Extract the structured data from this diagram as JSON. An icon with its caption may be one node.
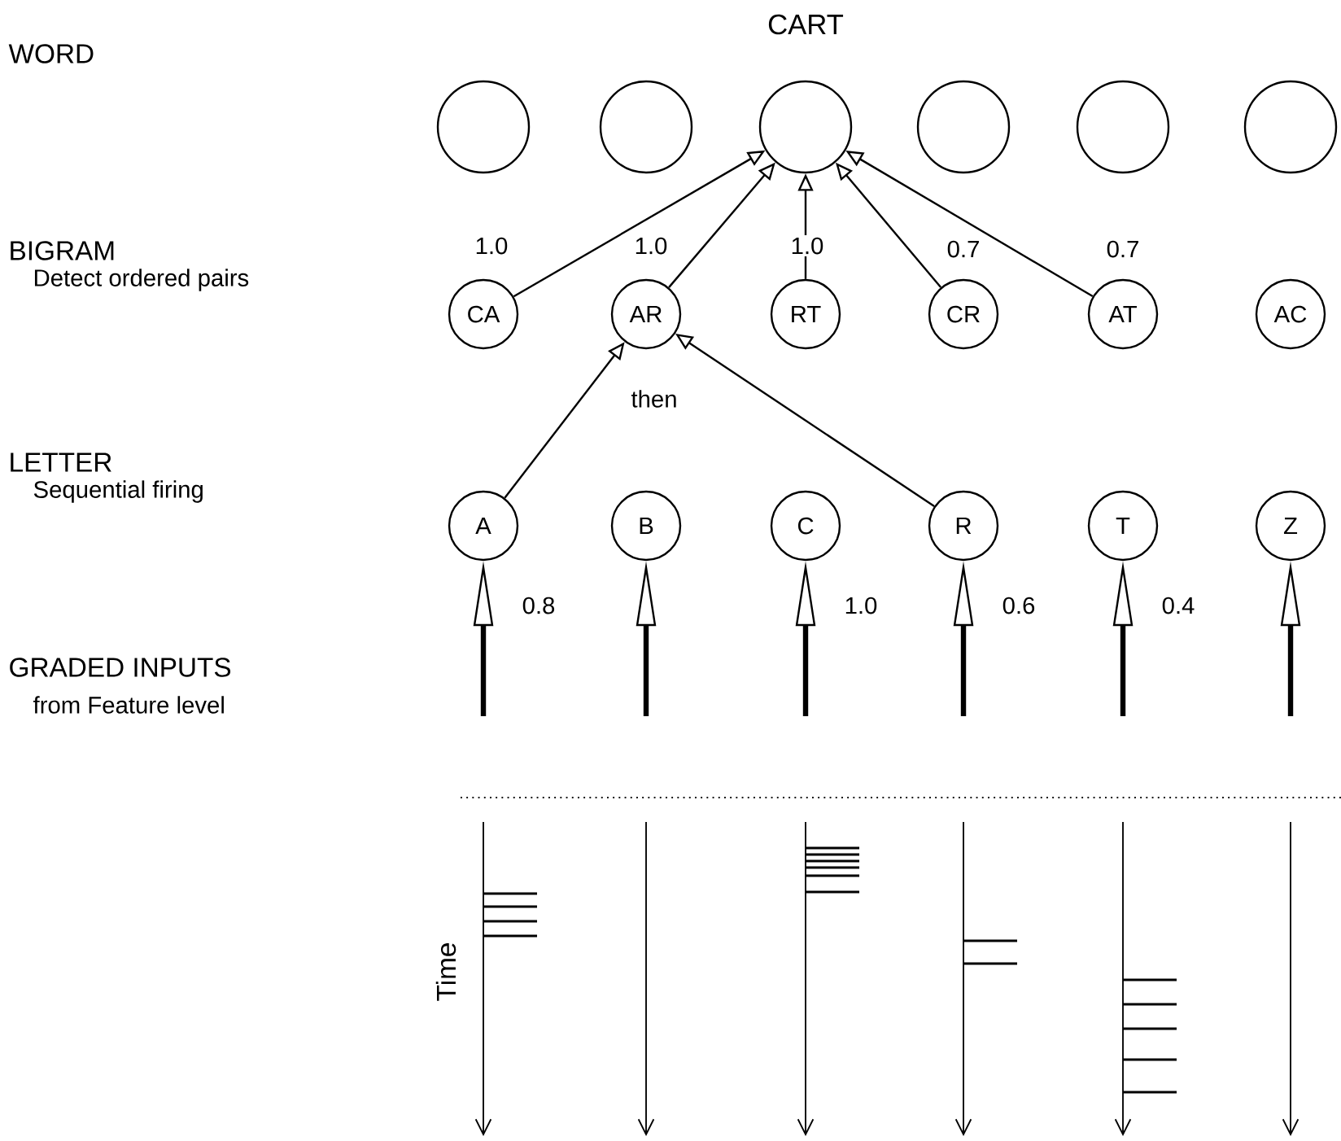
{
  "diagram": {
    "nodes": [
      {
        "text": [],
        "shape": "circle"
      },
      {
        "text": [],
        "shape": "circle"
      },
      {
        "text": [
          "CART"
        ]
      },
      {
        "text": [],
        "shape": "circle"
      },
      {
        "text": [],
        "shape": "circle"
      },
      {
        "text": [],
        "shape": "circle"
      },
      {
        "text": [
          "CA"
        ]
      },
      {
        "text": [
          "AR"
        ]
      },
      {
        "text": [
          "RT"
        ]
      },
      {
        "text": [
          "CR"
        ]
      },
      {
        "text": [
          "AT"
        ]
      },
      {
        "text": [
          "AC"
        ]
      },
      {
        "text": [
          "A"
        ]
      },
      {
        "text": [
          "B"
        ]
      },
      {
        "text": [
          "C"
        ]
      },
      {
        "text": [
          "R"
        ]
      },
      {
        "text": [
          "T"
        ]
      },
      {
        "text": [
          "Z"
        ]
      }
    ],
    "edges": [
      {
        "from": 6,
        "to": 2,
        "arrow": "to",
        "label": "1.0"
      },
      {
        "from": 7,
        "to": 2,
        "arrow": "to",
        "label": "1.0"
      },
      {
        "from": 8,
        "to": 2,
        "arrow": "to",
        "label": "1.0"
      },
      {
        "from": 9,
        "to": 2,
        "arrow": "to",
        "label": "0.7"
      },
      {
        "from": 10,
        "to": 2,
        "arrow": "to",
        "label": "0.7"
      },
      {
        "from": 12,
        "to": 7,
        "arrow": "to"
      },
      {
        "from": 15,
        "to": 7,
        "arrow": "to"
      },
      {
        "from": null,
        "to": 12,
        "arrow": "to",
        "style": "thick",
        "label": "0.8"
      },
      {
        "from": null,
        "to": 13,
        "arrow": "to",
        "style": "thick"
      },
      {
        "from": null,
        "to": 14,
        "arrow": "to",
        "style": "thick",
        "label": "1.0"
      },
      {
        "from": null,
        "to": 15,
        "arrow": "to",
        "style": "thick",
        "label": "0.6"
      },
      {
        "from": null,
        "to": 16,
        "arrow": "to",
        "style": "thick",
        "label": "0.4"
      },
      {
        "from": null,
        "to": 17,
        "arrow": "to",
        "style": "thick"
      }
    ],
    "labels": [
      "WORD",
      "BIGRAM",
      "Detect ordered pairs",
      "then",
      "LETTER",
      "Sequential firing",
      "GRADED INPUTS",
      "from Feature level",
      "Time"
    ]
  }
}
